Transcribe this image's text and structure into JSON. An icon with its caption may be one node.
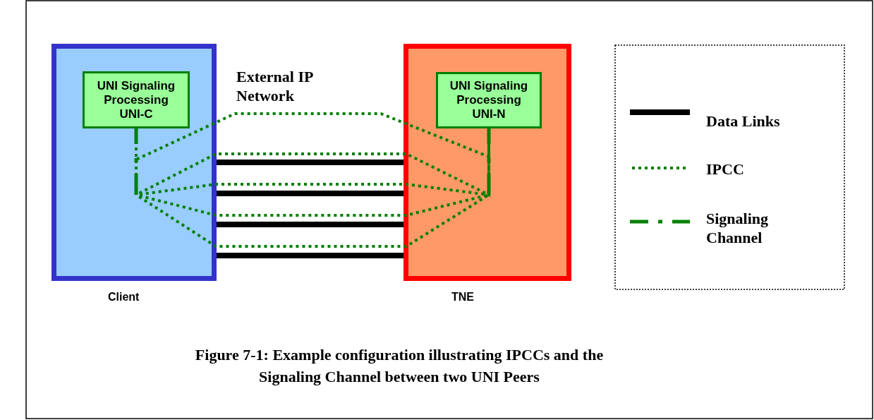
{
  "diagram": {
    "caption": "Figure 7-1: Example configuration illustrating IPCCs and the Signaling Channel between two UNI Peers",
    "nodes": [
      {
        "text": [],
        "shape": "box",
        "beside": [
          "Client"
        ]
      },
      {
        "text": [
          "UNI Signaling Processing UNI-C"
        ],
        "in": 0
      },
      {
        "text": [],
        "shape": "box",
        "beside": [
          "TNE"
        ]
      },
      {
        "text": [
          "UNI Signaling Processing UNI-N"
        ],
        "in": 2
      }
    ],
    "edges": [
      {
        "from": 1,
        "to": 3,
        "arrow": "none",
        "style": "dashed"
      },
      {
        "from": 1,
        "to": 3,
        "arrow": "none",
        "style": "dashed"
      },
      {
        "from": 1,
        "to": 3,
        "arrow": "none",
        "style": "dashed"
      },
      {
        "from": 1,
        "to": 3,
        "arrow": "none",
        "style": "dashed"
      },
      {
        "from": 1,
        "to": 3,
        "arrow": "none",
        "style": "dashed"
      },
      {
        "from": 0,
        "to": 2,
        "arrow": "none",
        "style": "thick",
        "color": "#000000"
      },
      {
        "from": 0,
        "to": 2,
        "arrow": "none",
        "style": "thick",
        "color": "#000000"
      },
      {
        "from": 0,
        "to": 2,
        "arrow": "none",
        "style": "thick",
        "color": "#000000"
      },
      {
        "from": 0,
        "to": 2,
        "arrow": "none",
        "style": "thick",
        "color": "#000000"
      }
    ],
    "labels": [
      "External IP Network"
    ],
    "legend": [
      {
        "text": "Data Links"
      },
      {
        "text": "IPCC"
      },
      {
        "text": "Signaling Channel"
      }
    ]
  }
}
